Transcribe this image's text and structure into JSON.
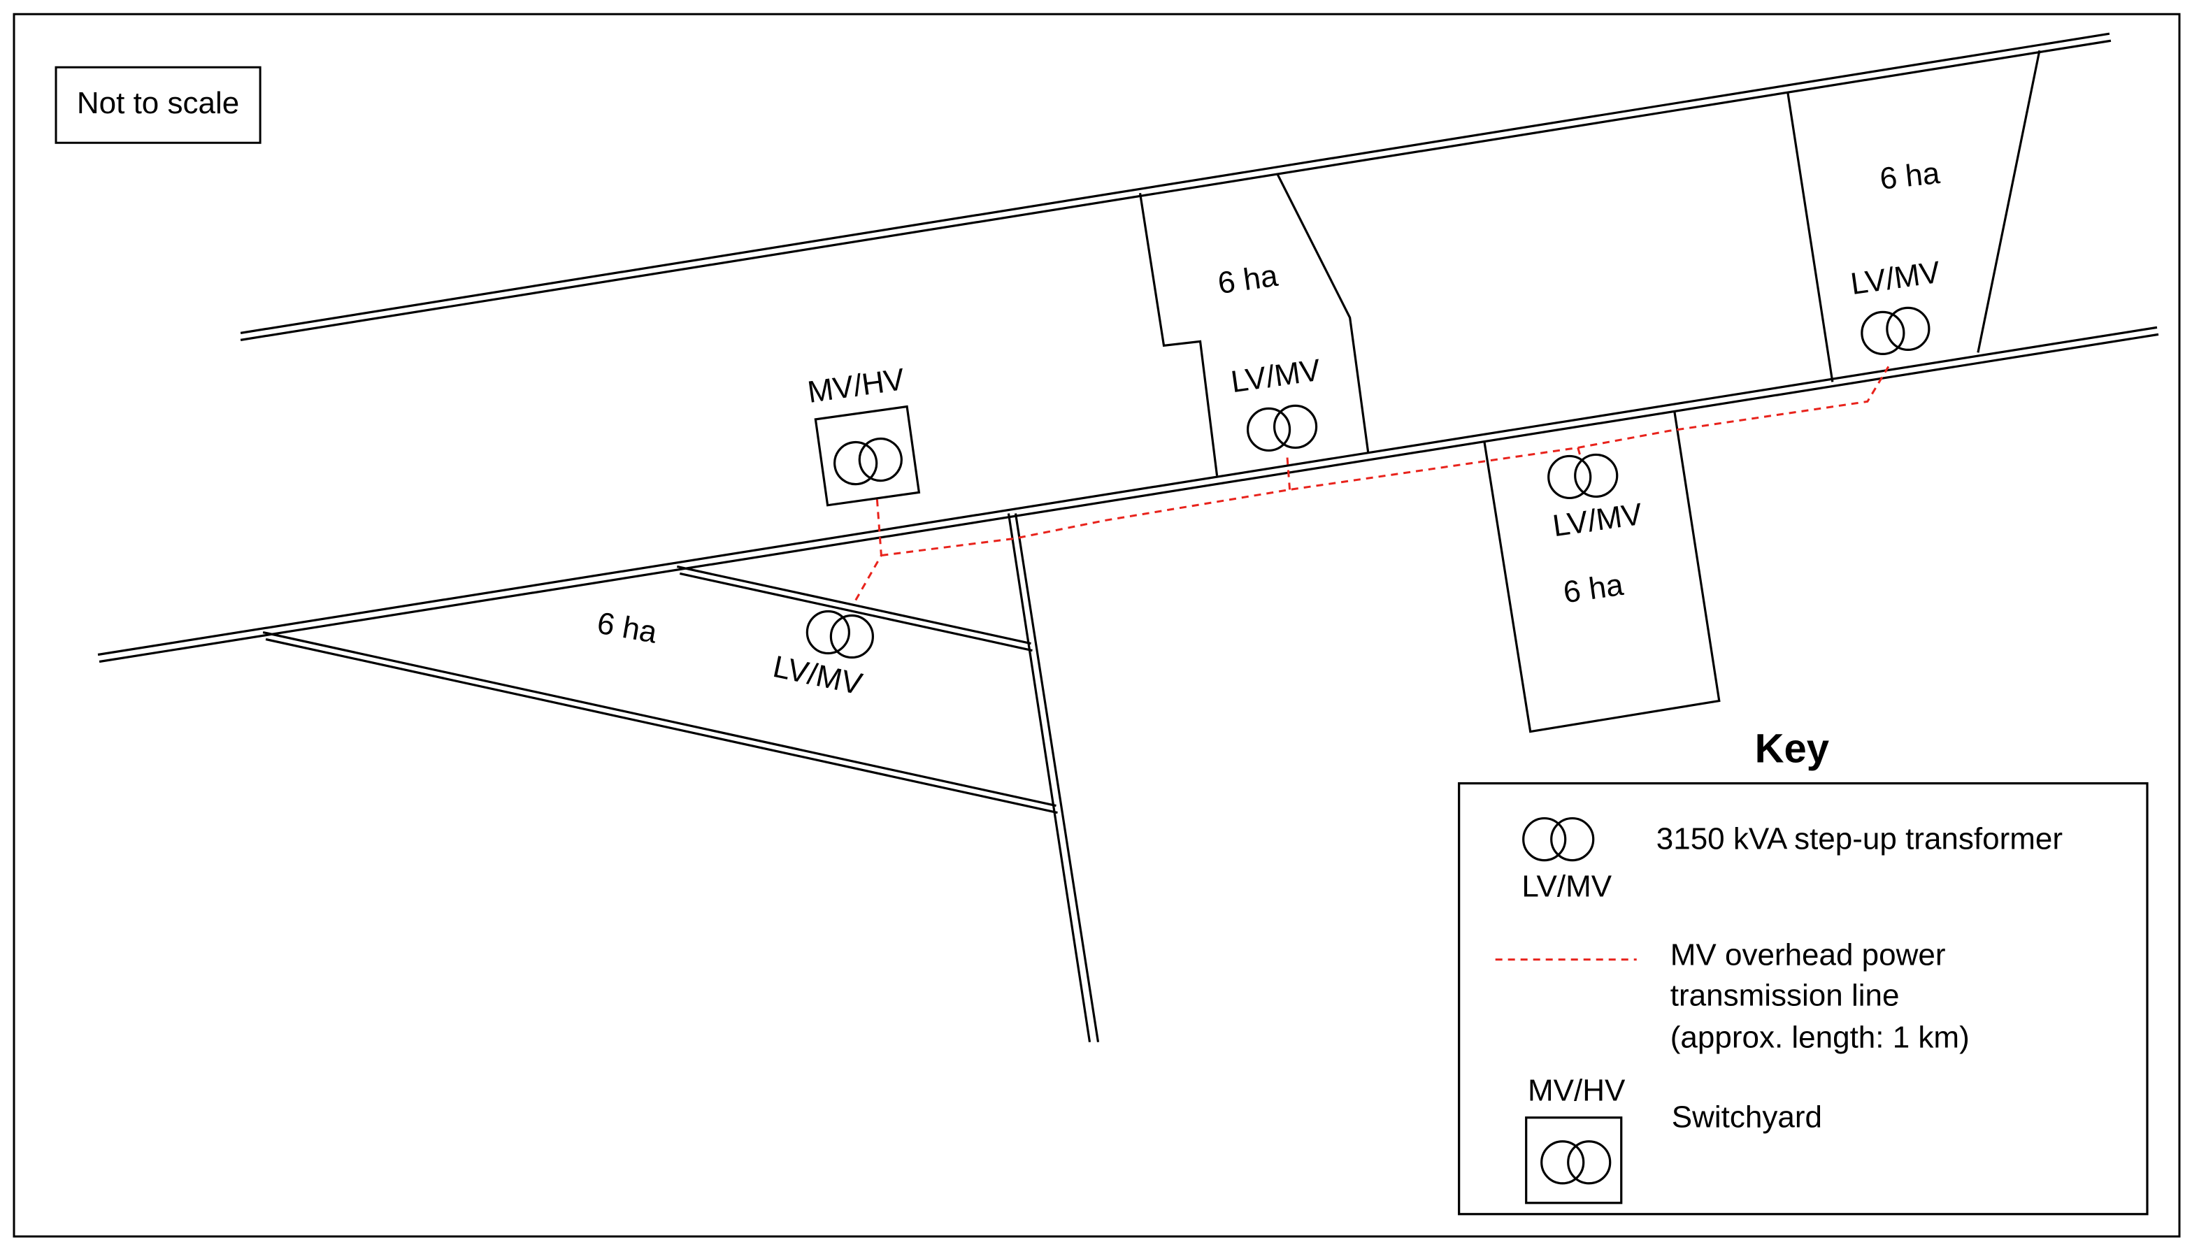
{
  "note": "Not to scale",
  "plots": {
    "left": "6 ha",
    "center": "6 ha",
    "right": "6 ha",
    "lower": "6 ha"
  },
  "transformers": {
    "switchyard": "MV/HV",
    "left": "LV/MV",
    "center": "LV/MV",
    "right": "LV/MV",
    "lower": "LV/MV"
  },
  "key": {
    "title": "Key",
    "transformer_symbol_label": "LV/MV",
    "transformer_desc": "3150 kVA step-up transformer",
    "line_desc_1": "MV overhead power",
    "line_desc_2": "transmission line",
    "line_desc_3": "(approx. length: 1 km)",
    "switchyard_symbol_label": "MV/HV",
    "switchyard_desc": "Switchyard"
  },
  "colors": {
    "mv_line": "#e8231c",
    "lines": "#000000"
  }
}
